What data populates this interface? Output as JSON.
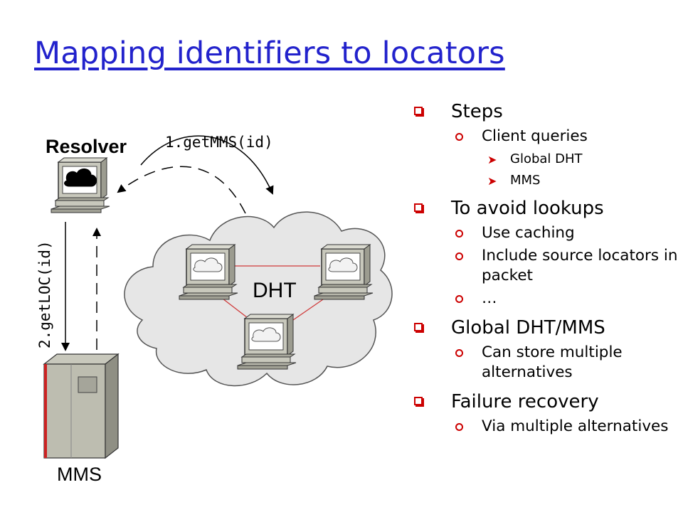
{
  "slide": {
    "title": "Mapping identifiers to locators",
    "colors": {
      "title": "#2222cc",
      "bullet_marker": "#cc0000",
      "cloud_fill": "#e6e6e6",
      "computer_body": "#bdbdb0",
      "dht_link": "#d03a3a"
    }
  },
  "diagram": {
    "resolver_label": "Resolver",
    "dht_label": "DHT",
    "mms_label": "MMS",
    "arrow_top_label": "1.getMMS(id)",
    "arrow_left_label": "2.getLOC(id)",
    "icons": [
      "resolver-computer-icon",
      "dht-node-computer-icon",
      "mms-server-icon",
      "cloud-icon"
    ]
  },
  "bullets": [
    {
      "text": "Steps",
      "sub": [
        {
          "text": "Client queries",
          "sub": [
            {
              "text": "Global DHT"
            },
            {
              "text": "MMS"
            }
          ]
        }
      ]
    },
    {
      "text": "To avoid lookups",
      "sub": [
        {
          "text": "Use caching"
        },
        {
          "text": "Include source locators in packet"
        },
        {
          "text": "…"
        }
      ]
    },
    {
      "text": "Global DHT/MMS",
      "sub": [
        {
          "text": "Can store multiple alternatives"
        }
      ]
    },
    {
      "text": "Failure recovery",
      "sub": [
        {
          "text": "Via multiple alternatives"
        }
      ]
    }
  ]
}
